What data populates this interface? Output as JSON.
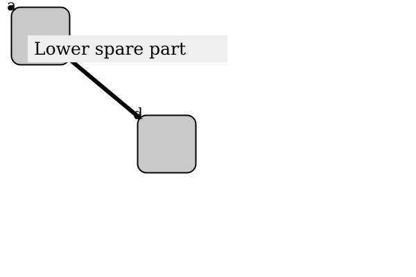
{
  "diagram": {
    "nodes": [
      {
        "id": "a",
        "label": "a",
        "fill": "#c8c8c8",
        "stroke": "#000000"
      },
      {
        "id": "d",
        "label": "d",
        "fill": "#c8c8c8",
        "stroke": "#000000"
      }
    ],
    "edges": [
      {
        "from": "a",
        "to": "d",
        "color": "#000000"
      }
    ],
    "tooltip": {
      "text": "Lower spare part",
      "background": "#efefef"
    }
  }
}
